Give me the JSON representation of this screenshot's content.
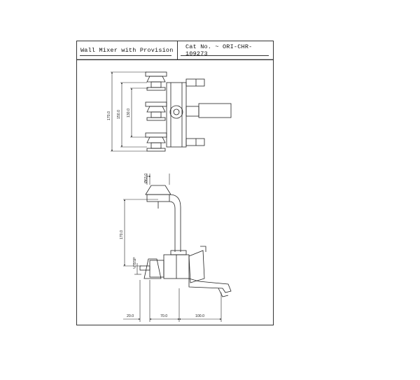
{
  "header": {
    "product_title": "Wall Mixer with Provision",
    "catalog_number": "Cat No. ~ ORI-CHR-109273"
  },
  "dimensions": {
    "front_overall": "170.0",
    "front_inner": "150.0",
    "front_center": "130.0",
    "side_flange": "Ø63.0",
    "side_height": "170.0",
    "side_inlet": "½\"BSP",
    "side_base": "20.0",
    "side_body": "70.0",
    "side_spout": "100.0"
  }
}
